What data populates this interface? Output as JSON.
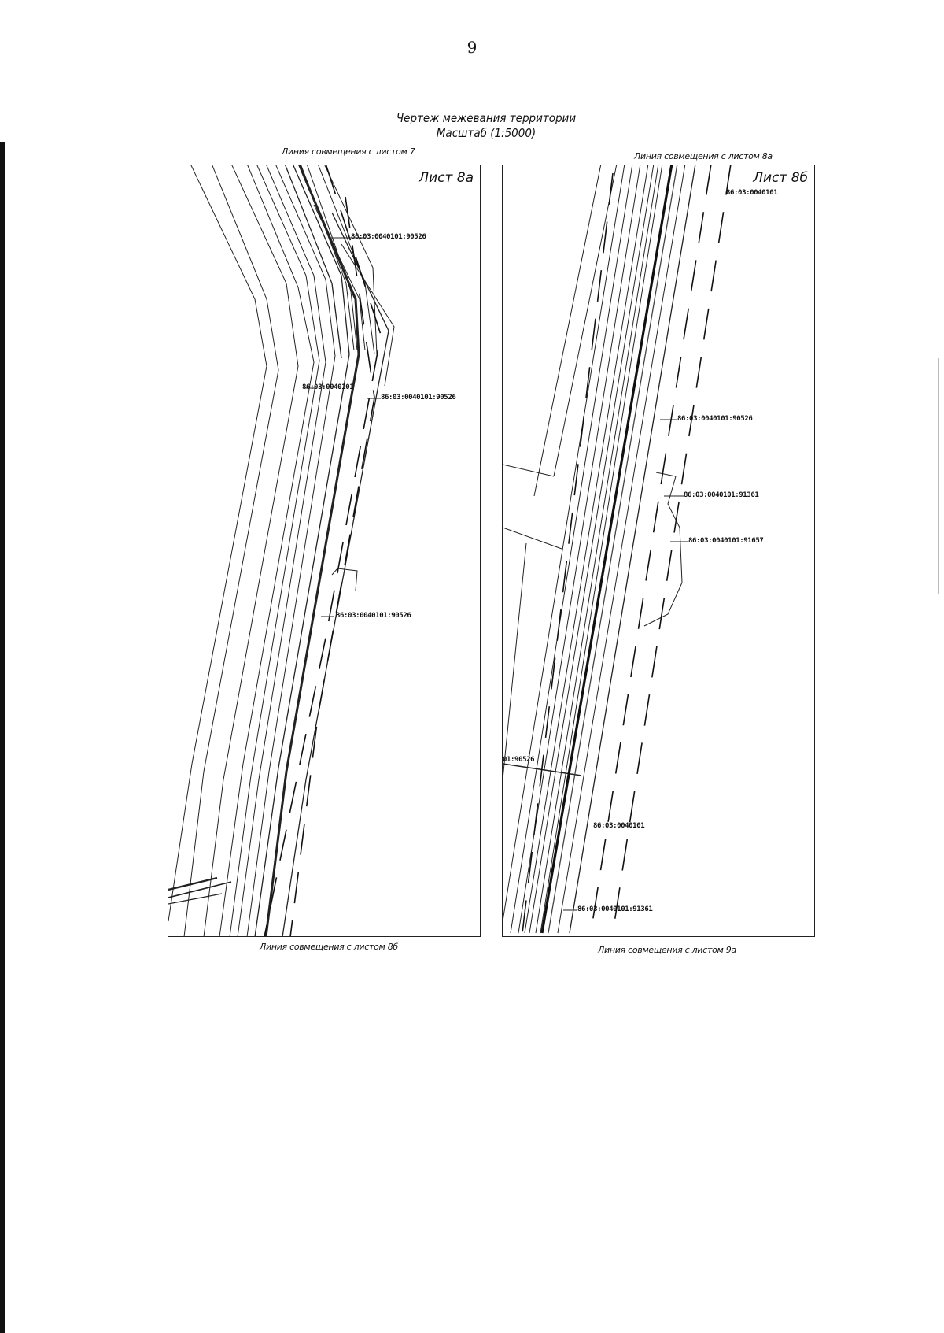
{
  "page": {
    "number": "9"
  },
  "title": {
    "line1": "Чертеж межевания территории",
    "line2": "Масштаб (1:5000)"
  },
  "sheet_a": {
    "name": "Лист 8а",
    "top_match": "Линия совмещения с листом 7",
    "bottom_match": "Линия совмещения с листом 8б",
    "labels": [
      "86:03:0040101:90526",
      "86:03:0040101",
      "86:03:0040101:90526",
      "86:03:0040101:90526"
    ]
  },
  "sheet_b": {
    "name": "Лист 8б",
    "top_match": "Линия совмещения с листом 8а",
    "bottom_match": "Линия совмещения с листом 9а",
    "labels": [
      "86:03:0040101",
      "86:03:0040101:90526",
      "86:03:0040101:91361",
      "86:03:0040101:91657",
      "01:90526",
      "86:03:0040101",
      "86:03:0040101:91361"
    ]
  }
}
